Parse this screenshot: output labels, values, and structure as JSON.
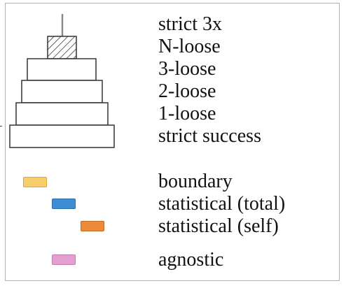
{
  "legend": {
    "tiers": [
      {
        "label": "strict 3x"
      },
      {
        "label": "N-loose"
      },
      {
        "label": "3-loose"
      },
      {
        "label": "2-loose"
      },
      {
        "label": "1-loose"
      },
      {
        "label": "strict success"
      }
    ],
    "categories": [
      {
        "label": "boundary",
        "color": "#f7cc6a",
        "border": "#d9a93a"
      },
      {
        "label": "statistical (total)",
        "color": "#3d8dd4",
        "border": "#2a6fae"
      },
      {
        "label": "statistical (self)",
        "color": "#ec8a3c",
        "border": "#c96a22"
      },
      {
        "label": "agnostic",
        "color": "#e3a0cf",
        "border": "#c27fb0"
      }
    ]
  }
}
